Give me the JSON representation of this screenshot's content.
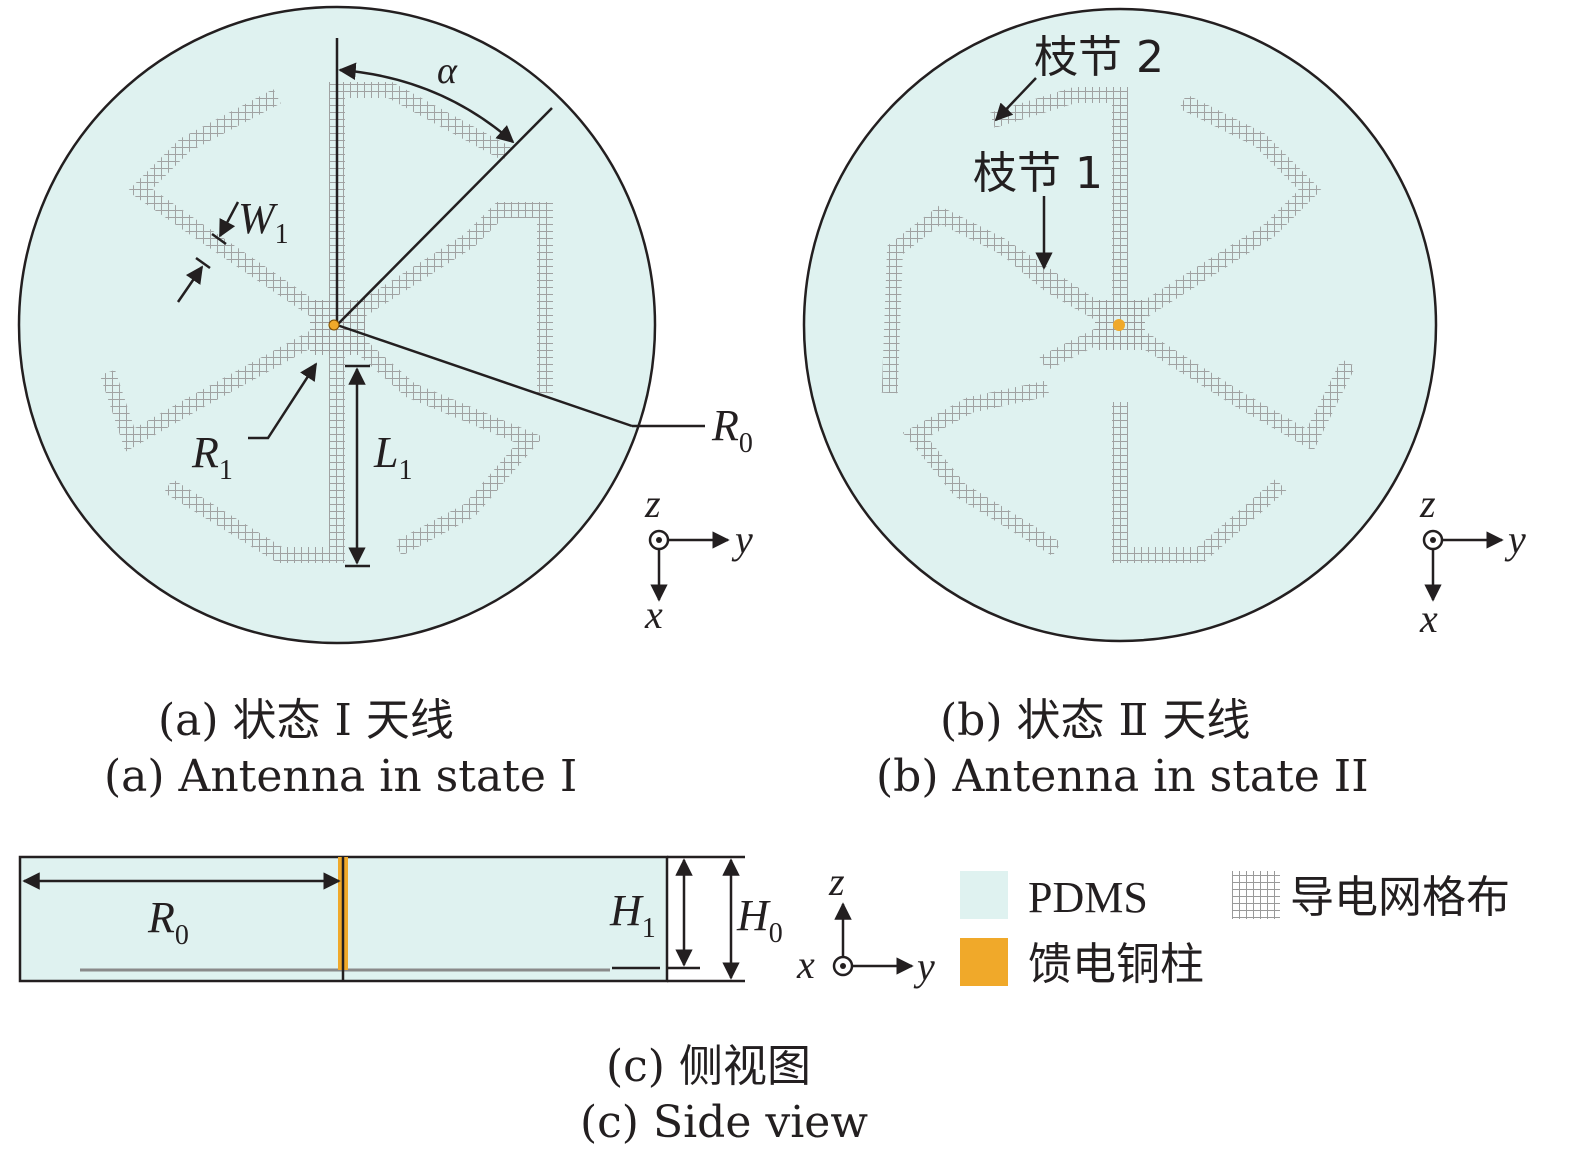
{
  "panel_a": {
    "caption_cn": "(a) 状态 Ⅰ 天线",
    "caption_en": "(a) Antenna in state I",
    "dims": {
      "alpha": "α",
      "w1": "W",
      "w1_sub": "1",
      "r1": "R",
      "r1_sub": "1",
      "l1": "L",
      "l1_sub": "1",
      "r0": "R",
      "r0_sub": "0"
    },
    "axes": {
      "z": "z",
      "y": "y",
      "x": "x"
    }
  },
  "panel_b": {
    "caption_cn": "(b) 状态 Ⅱ 天线",
    "caption_en": "(b) Antenna in state II",
    "stub2": "枝节 2",
    "stub1": "枝节 1",
    "axes": {
      "z": "z",
      "y": "y",
      "x": "x"
    }
  },
  "panel_c": {
    "caption_cn": "(c) 侧视图",
    "caption_en": "(c) Side view",
    "dims": {
      "r0": "R",
      "r0_sub": "0",
      "h1": "H",
      "h1_sub": "1",
      "h0": "H",
      "h0_sub": "0"
    },
    "axes": {
      "z": "z",
      "y": "y",
      "x": "x"
    }
  },
  "legend": [
    {
      "label": "PDMS",
      "color": "#dff2f0",
      "swatch": "fill"
    },
    {
      "label": "导电网格布",
      "color": "#b8b8b8",
      "swatch": "grid"
    },
    {
      "label": "馈电铜柱",
      "color": "#f0a92a",
      "swatch": "fill"
    }
  ],
  "colors": {
    "substrate": "#dff2f0",
    "mesh": "#9a9a9a",
    "feed": "#f0a92a",
    "outline": "#231f20"
  }
}
